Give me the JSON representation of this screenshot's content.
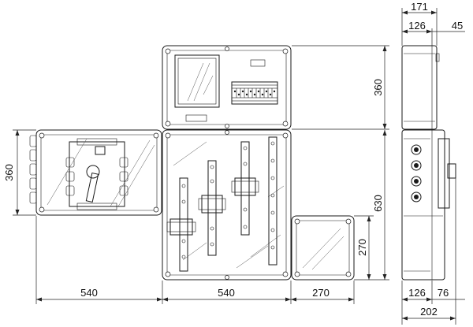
{
  "dimensions": {
    "left_width": "540",
    "center_width": "540",
    "right_width": "270",
    "left_height": "360",
    "top_height": "360",
    "center_height": "630",
    "bottom_right_height": "270",
    "side_total_depth": "171",
    "side_depth_top": "126",
    "side_depth_top_extra": "45",
    "side_depth_bottom": "126",
    "side_depth_bottom_extra": "76",
    "side_bottom_total": "202"
  },
  "colors": {
    "line": "#1a1a1a",
    "background": "#ffffff"
  }
}
